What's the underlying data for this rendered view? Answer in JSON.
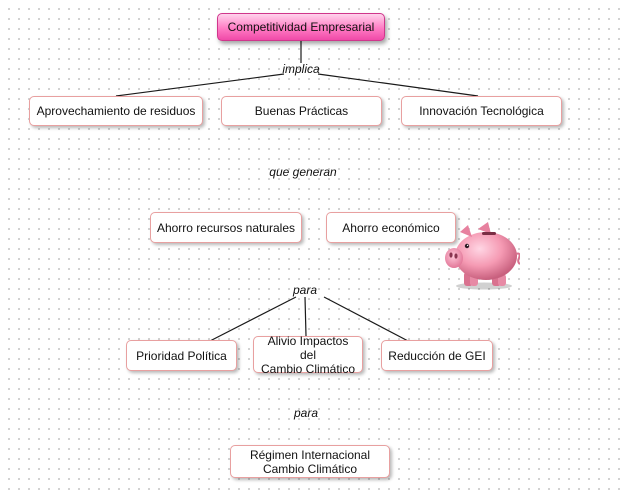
{
  "map": {
    "root": "Competitividad Empresarial",
    "link1": "implica",
    "level1": [
      "Aprovechamiento de residuos",
      "Buenas Prácticas",
      "Innovación Tecnológica"
    ],
    "link2": "que generan",
    "level2": [
      "Ahorro recursos naturales",
      "Ahorro económico"
    ],
    "link3": "para",
    "level3": [
      "Prioridad Política",
      "Alivio Impactos del\nCambio Climático",
      "Reducción de GEI"
    ],
    "link4": "para",
    "level4": "Régimen Internacional\nCambio Climático"
  },
  "colors": {
    "root_fill": "#ff7cc4",
    "node_border": "#e8a0a0",
    "piggy": "#f59ab3"
  },
  "icons": {
    "piggy": "piggy-bank-icon"
  }
}
